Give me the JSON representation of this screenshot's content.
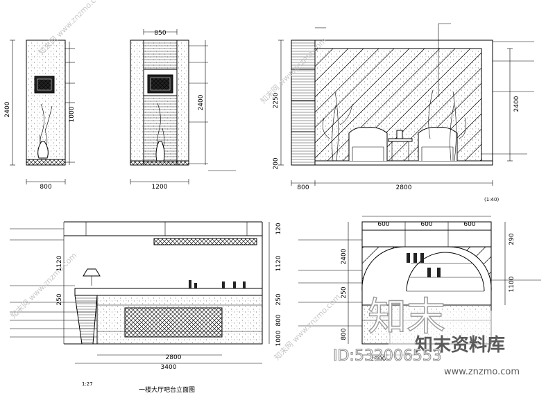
{
  "panel_tl": {
    "dims": {
      "height_total": "2400",
      "height_mid": "1000",
      "width": "800"
    }
  },
  "panel_tm": {
    "dims": {
      "top_width": "850",
      "height": "2400",
      "width": "1200"
    }
  },
  "panel_tr": {
    "dims": {
      "left_height": "2250",
      "right_height": "2400",
      "bottom_left": "800",
      "bottom_main": "2800",
      "offset": "200"
    },
    "label_note": "(1:40)"
  },
  "panel_bl": {
    "dims": {
      "v1": "120",
      "v2": "1120",
      "v3": "250",
      "v4": "800",
      "v5": "1000",
      "v6": "1120",
      "v7": "250",
      "b1": "2800",
      "b2": "3400"
    },
    "caption": "一楼大厅吧台立面图",
    "scale_note": "1:27"
  },
  "panel_br": {
    "dims": {
      "top1": "600",
      "top2": "600",
      "top3": "600",
      "r1": "290",
      "h1": "2400",
      "h2": "250",
      "h3": "1100",
      "b1": "2000",
      "v_left": "800"
    }
  },
  "watermark": {
    "brand": "知末",
    "brand_full": "知末资料库",
    "id": "ID:532006553",
    "url": "www.znzmo.com",
    "diag": "知末网 www.znzmo.com"
  }
}
